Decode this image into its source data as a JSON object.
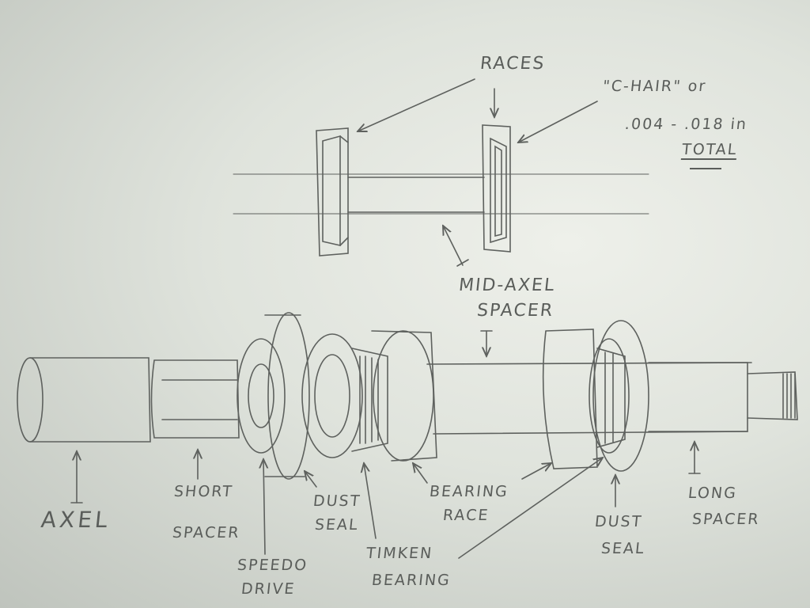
{
  "top_view": {
    "races_label": "RACES",
    "c_hair_label": "\"C-HAIR\" or",
    "tolerance_label": ".004 - .018 in",
    "total_label": "TOTAL"
  },
  "assembly": {
    "mid_axel_spacer": [
      "MID-AXEL",
      "SPACER"
    ],
    "axel": "AXEL",
    "short_spacer": [
      "SHORT",
      "SPACER"
    ],
    "speedo_drive": [
      "SPEEDO",
      "DRIVE"
    ],
    "dust_seal_left": [
      "DUST",
      "SEAL"
    ],
    "timken_bearing": [
      "TIMKEN",
      "BEARING"
    ],
    "bearing_race": [
      "BEARING",
      "RACE"
    ],
    "dust_seal_right": [
      "DUST",
      "SEAL"
    ],
    "long_spacer": [
      "LONG",
      "SPACER"
    ]
  },
  "colors": {
    "pencil": "#5a5d5a",
    "paper": "#e6e9e2"
  }
}
